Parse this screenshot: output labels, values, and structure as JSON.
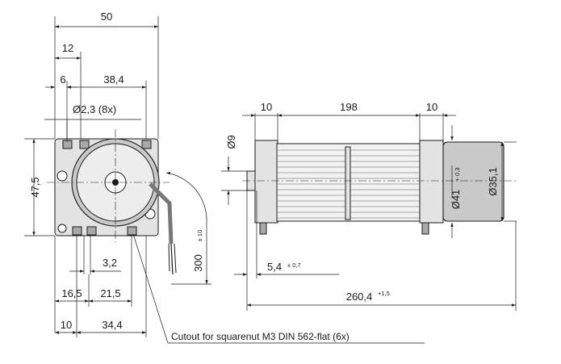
{
  "front_view": {
    "dim_overall_width": "50",
    "dim_12": "12",
    "dim_6": "6",
    "dim_38_4": "38,4",
    "dim_hole_dia": "Ø2,3 (8x)",
    "dim_height": "47,5",
    "dim_3_2": "3,2",
    "dim_16_5": "16,5",
    "dim_21_5": "21,5",
    "dim_10": "10",
    "dim_34_4": "34,4",
    "dim_cable_length": "300",
    "dim_cable_tol": "± 10",
    "note_cutout": "Cutout for squarenut M3 DIN 562-flat (6x)"
  },
  "side_view": {
    "dim_10_left": "10",
    "dim_198": "198",
    "dim_10_right": "10",
    "dim_shaft_dia": "Ø9",
    "dim_41": "Ø41",
    "dim_41_tol": "+ 0,3",
    "dim_35_1": "Ø35,1",
    "dim_5_4": "5,4",
    "dim_5_4_tol": "± 0,7",
    "dim_total": "260,4",
    "dim_total_tol": "+1,5"
  }
}
